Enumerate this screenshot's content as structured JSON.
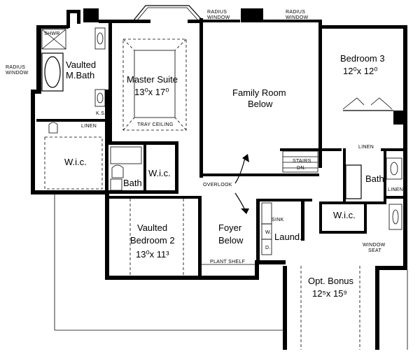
{
  "labels": {
    "master_suite": "Master Suite",
    "master_dim": "13⁰x 17⁰",
    "tray_ceiling": "TRAY CEILING",
    "vaulted_mbath_1": "Vaulted",
    "vaulted_mbath_2": "M.Bath",
    "shwr": "SHWR",
    "ks": "K.S.",
    "wic_master": "W.i.c.",
    "linen_master": "LINEN",
    "radius_window_left_1": "RADIUS",
    "radius_window_left_2": "WINDOW",
    "radius_window_top1_1": "RADIUS",
    "radius_window_top1_2": "WINDOW",
    "radius_window_top2_1": "RADIUS",
    "radius_window_top2_2": "WINDOW",
    "family_room_1": "Family Room",
    "family_room_2": "Below",
    "bedroom3": "Bedroom 3",
    "bedroom3_dim": "12⁰x 12⁰",
    "linen_bed3": "LINEN",
    "linen_bath3": "LINEN",
    "bath_right": "Bath",
    "bath_mid": "Bath",
    "wic_mid": "W.i.c.",
    "wic_right": "W.i.c.",
    "stairs": "STAIRS",
    "dn": "DN.",
    "overlook": "OVERLOOK",
    "vaulted_bed2_1": "Vaulted",
    "vaulted_bed2_2": "Bedroom 2",
    "bed2_dim": "13⁰x 11³",
    "foyer_1": "Foyer",
    "foyer_2": "Below",
    "plant_shelf": "PLANT SHELF",
    "sink": "SINK",
    "w": "W.",
    "d": "D.",
    "laund": "Laund.",
    "window_seat_1": "WINDOW",
    "window_seat_2": "SEAT",
    "opt_bonus_1": "Opt. Bonus",
    "opt_bonus_dim": "12⁵x 15⁹"
  }
}
